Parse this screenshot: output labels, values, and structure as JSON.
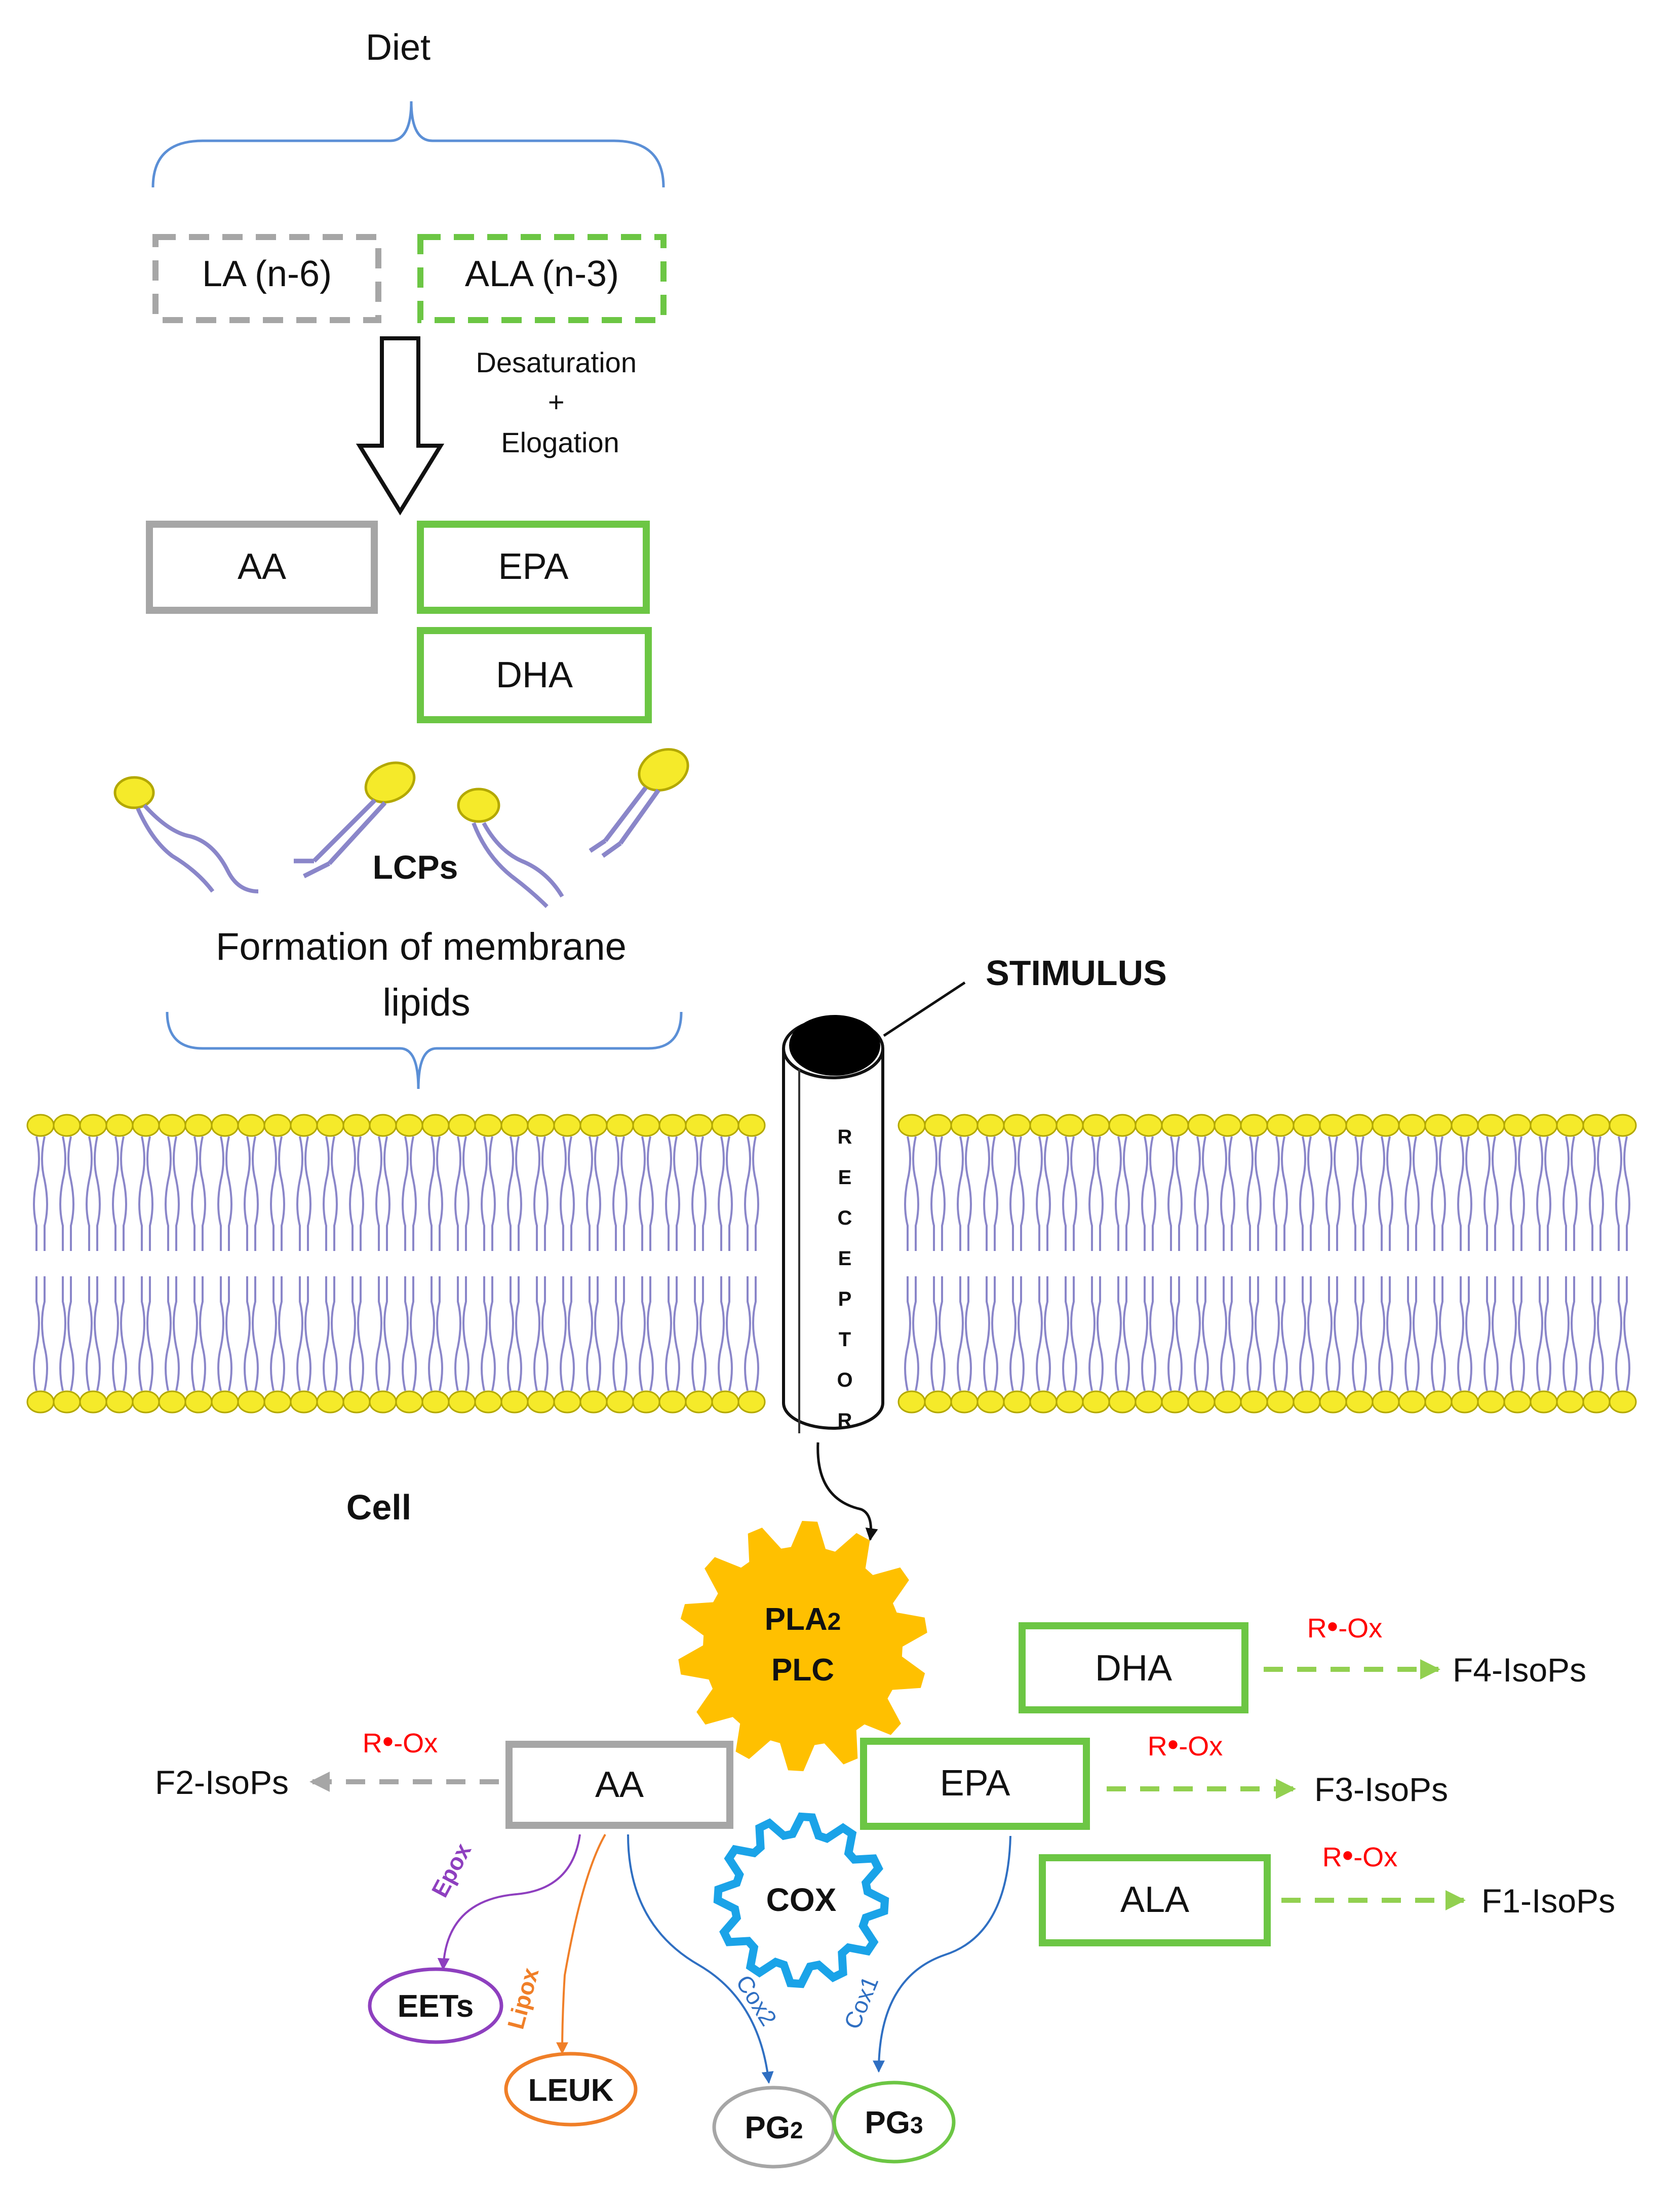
{
  "diet": {
    "title": "Diet",
    "la_label": "LA (n-6)",
    "ala_label": "ALA (n-3)",
    "desaturation_line1": "Desaturation",
    "desaturation_line2": "+",
    "desaturation_line3": "Elogation"
  },
  "lcps": {
    "aa_label": "AA",
    "epa_label": "EPA",
    "dha_label": "DHA",
    "lcps_label": "LCPs",
    "membrane_line1": "Formation of membrane",
    "membrane_line2": "lipids"
  },
  "membrane": {
    "stimulus_label": "STIMULUS",
    "receptor_letters": [
      "R",
      "E",
      "C",
      "E",
      "P",
      "T",
      "O",
      "R"
    ],
    "cell_label": "Cell"
  },
  "enzymes": {
    "pla2_prefix": "PLA",
    "pla2_subscript": "2",
    "plc_label": "PLC",
    "cox_label": "COX",
    "cox1_label": "Cox1",
    "cox2_label": "Cox2",
    "epox_label": "Epox",
    "lipox_label": "Lipox"
  },
  "cell_pathways": {
    "aa_label": "AA",
    "epa_label": "EPA",
    "dha_label": "DHA",
    "ala_label": "ALA",
    "roxo_prefix": "R",
    "roxo_dot": "•",
    "roxo_suffix": "-Ox",
    "f1_label": "F1-IsoPs",
    "f2_label": "F2-IsoPs",
    "f3_label": "F3-IsoPs",
    "f4_label": "F4-IsoPs"
  },
  "products": {
    "eets_label": "EETs",
    "leuk_label": "LEUK",
    "pg2_prefix": "PG",
    "pg2_subscript": "2",
    "pg3_prefix": "PG",
    "pg3_subscript": "3"
  },
  "colors": {
    "grey_box": "#a6a6a6",
    "green_box": "#6cc644",
    "dashed_green_arrow": "#92d050",
    "dashed_grey_arrow": "#a6a6a6",
    "pla2_gear": "#ffc000",
    "cox_gear": "#1aa3e8",
    "epox_purple": "#8e3fbf",
    "lipox_orange": "#f07f28",
    "cox_blue": "#2f6fc2",
    "rox_red": "#ff0000",
    "brace_blue": "#5b8fd6",
    "lipid_head": "#f5ea2a",
    "lipid_tail": "#8a86c9"
  }
}
